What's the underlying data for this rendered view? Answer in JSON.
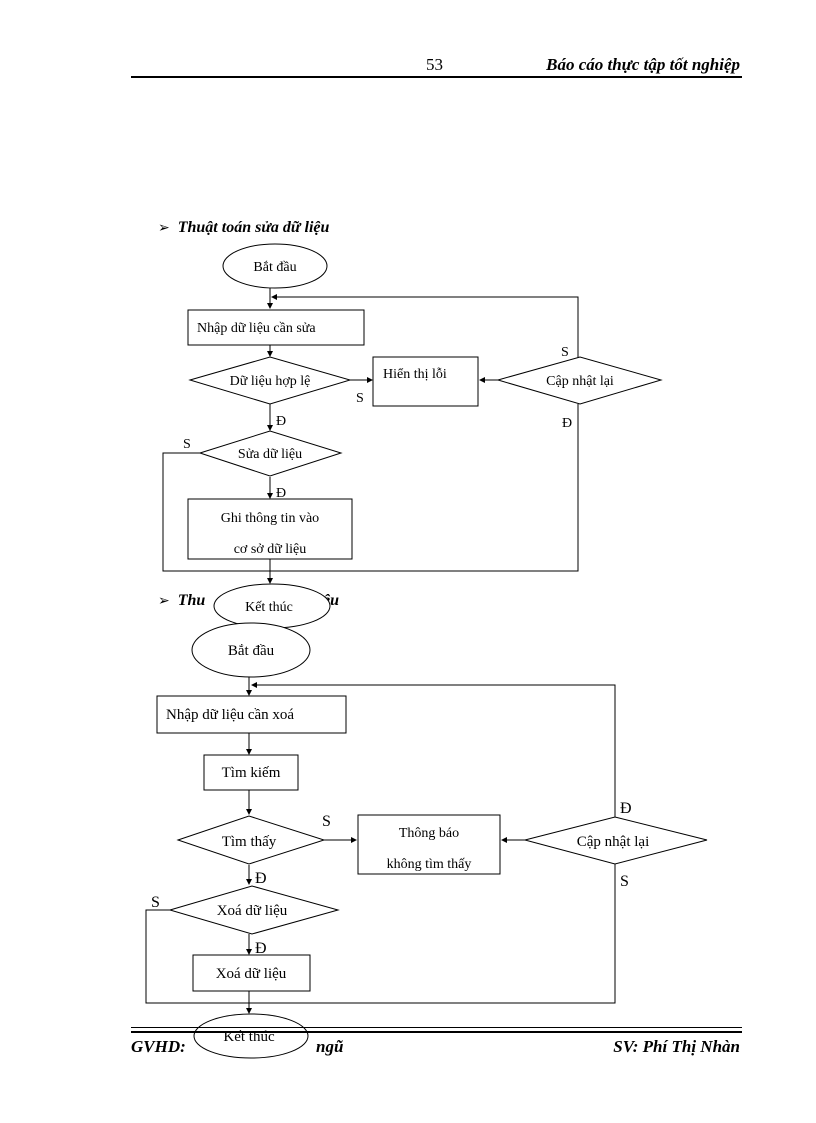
{
  "header": {
    "page_number": "53",
    "report_title": "Báo cáo thực tập tốt nghiệp"
  },
  "footer": {
    "advisor_partial": "GVHD:",
    "advisor_tail": "ngũ",
    "student": "SV: Phí Thị Nhàn"
  },
  "section1": {
    "heading": "Thuật toán sửa dữ liệu",
    "start": "Bắt đầu",
    "input": "Nhập dữ liệu cần sửa",
    "valid_check": "Dữ liệu hợp lệ",
    "error_box": "Hiển thị lỗi",
    "update_again": "Cập nhật lại",
    "edit_check": "Sửa dữ liệu",
    "save_line1": "Ghi thông tin vào",
    "save_line2": "cơ sở dữ liệu",
    "end": "Kết thúc",
    "label_s": "S",
    "label_d": "Đ"
  },
  "section2": {
    "heading_start": "Thu",
    "heading_end": "ệu",
    "start": "Bắt đầu",
    "input": "Nhập dữ liệu cần xoá",
    "search": "Tìm kiếm",
    "found_check": "Tìm thấy",
    "notify_line1": "Thông báo",
    "notify_line2": "không tìm thấy",
    "update_again": "Cập nhật lại",
    "delete_check": "Xoá dữ liệu",
    "delete_box": "Xoá dữ liệu",
    "end": "Kết thúc",
    "label_s": "S",
    "label_d": "Đ"
  }
}
